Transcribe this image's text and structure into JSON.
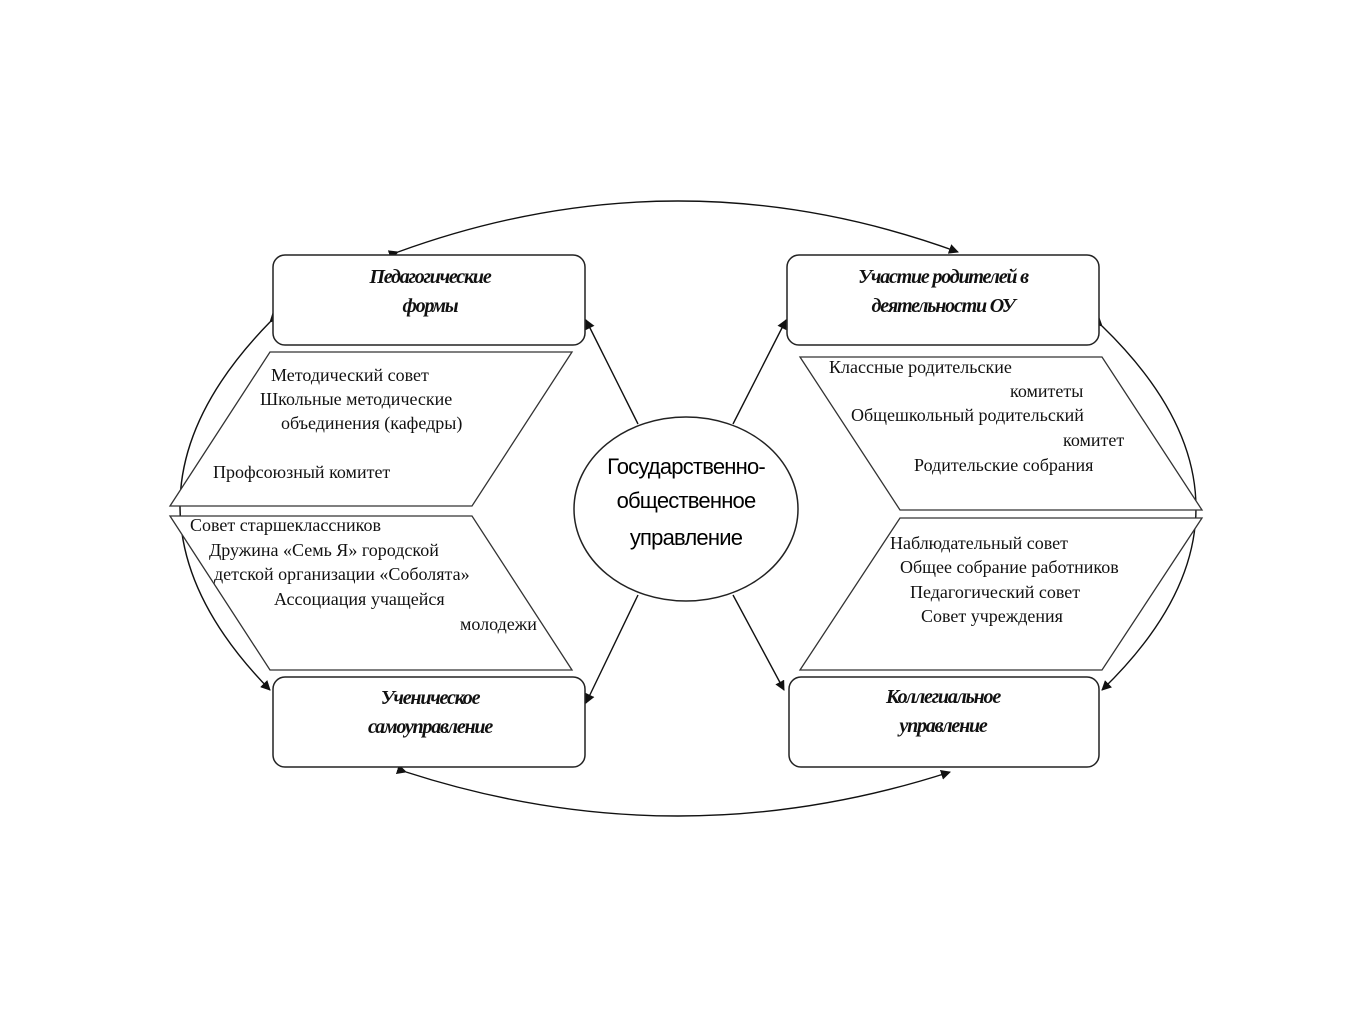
{
  "center": {
    "lines": [
      "Государственно-",
      "общественное",
      "управление"
    ]
  },
  "boxes": {
    "pedagogical": {
      "lines": [
        "Педагогические",
        "формы"
      ]
    },
    "parents": {
      "lines": [
        "Участие родителей в",
        "деятельности  ОУ"
      ]
    },
    "student": {
      "lines": [
        "Ученическое",
        "самоуправление"
      ]
    },
    "collegial": {
      "lines": [
        "Коллегиальное",
        "управление"
      ]
    }
  },
  "lists": {
    "pedagogical": [
      "Методический совет",
      "Школьные методические",
      "объединения (кафедры)",
      "Профсоюзный комитет"
    ],
    "student": [
      "Совет старшеклассников",
      "Дружина «Семь Я» городской",
      "детской организации «Соболята»",
      "Ассоциация учащейся",
      "молодежи"
    ],
    "parents": [
      "Классные родительские",
      "комитеты",
      "Общешкольный родительский",
      "комитет",
      "Родительские собрания"
    ],
    "collegial": [
      "Наблюдательный совет",
      "Общее собрание работников",
      "Педагогический совет",
      "Совет учреждения"
    ]
  }
}
